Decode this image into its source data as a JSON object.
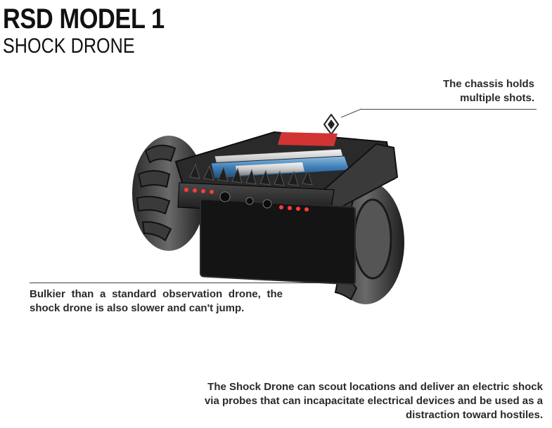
{
  "title": {
    "main": "RSD MODEL 1",
    "sub": "SHOCK DRONE"
  },
  "callouts": {
    "chassis": {
      "line1": "The chassis holds",
      "line2": "multiple shots."
    },
    "bulk": {
      "text": "Bulkier than a standard observation drone, the shock drone is also slower and can't jump."
    },
    "description": {
      "line1": "The Shock Drone can scout locations and deliver an electric shock",
      "line2": "via probes that can incapacitate electrical devices and be used as a",
      "line3": "distraction toward hostiles."
    }
  },
  "icons": {
    "marker": "diamond-marker-icon",
    "drone": "shock-drone-image"
  },
  "colors": {
    "text": "#2a2a2a",
    "title": "#111111",
    "accent_red": "#d23434",
    "battery_blue": "#3f7fb6"
  }
}
